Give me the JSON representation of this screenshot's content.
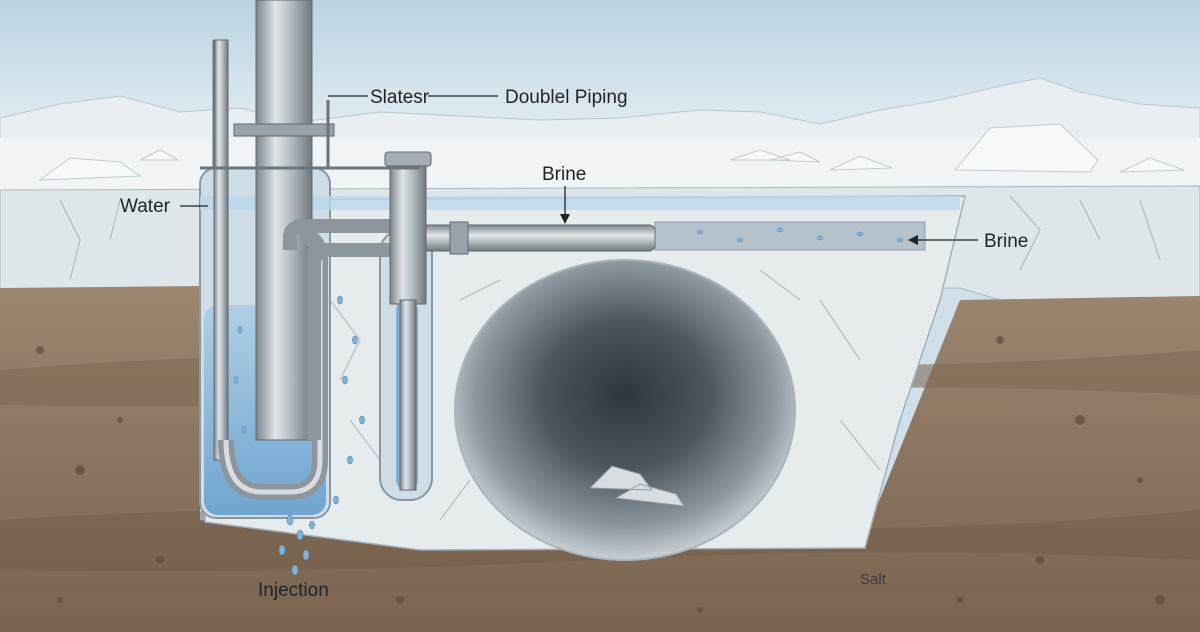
{
  "diagram": {
    "labels": {
      "slates": "Slatesr",
      "double_piping": "Doublel Piping",
      "brine_top": "Brine",
      "water": "Water",
      "brine_right": "Brine",
      "injection": "Injection",
      "salt": "Salt"
    }
  },
  "colors": {
    "sky": "#cfe0ea",
    "snow": "#eef3f5",
    "ice": "#dfe6ea",
    "soil": "#8a7560",
    "soil_dark": "#6f5b47",
    "water": "#7fb4d8",
    "pipe": "#9aa3a9",
    "cavern": "#4a5258"
  }
}
